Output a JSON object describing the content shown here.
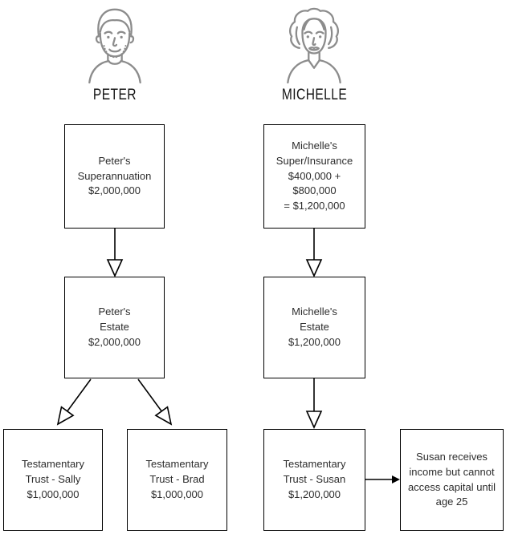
{
  "people": {
    "peter": {
      "label": "PETER"
    },
    "michelle": {
      "label": "MICHELLE"
    }
  },
  "boxes": {
    "peter_super": "Peter's\nSuperannuation\n$2,000,000",
    "michelle_super": "Michelle's\nSuper/Insurance\n$400,000 +\n$800,000\n= $1,200,000",
    "peter_estate": "Peter's\nEstate\n$2,000,000",
    "michelle_estate": "Michelle's\nEstate\n$1,200,000",
    "trust_sally": "Testamentary\nTrust - Sally\n$1,000,000",
    "trust_brad": "Testamentary\nTrust - Brad\n$1,000,000",
    "trust_susan": "Testamentary\nTrust - Susan\n$1,200,000",
    "susan_note": "Susan receives\nincome but cannot\naccess capital until\nage 25"
  },
  "colors": {
    "box_border": "#000000",
    "text": "#2d2d2d",
    "arrow": "#000000",
    "avatar_stroke": "#8c8c8c"
  }
}
